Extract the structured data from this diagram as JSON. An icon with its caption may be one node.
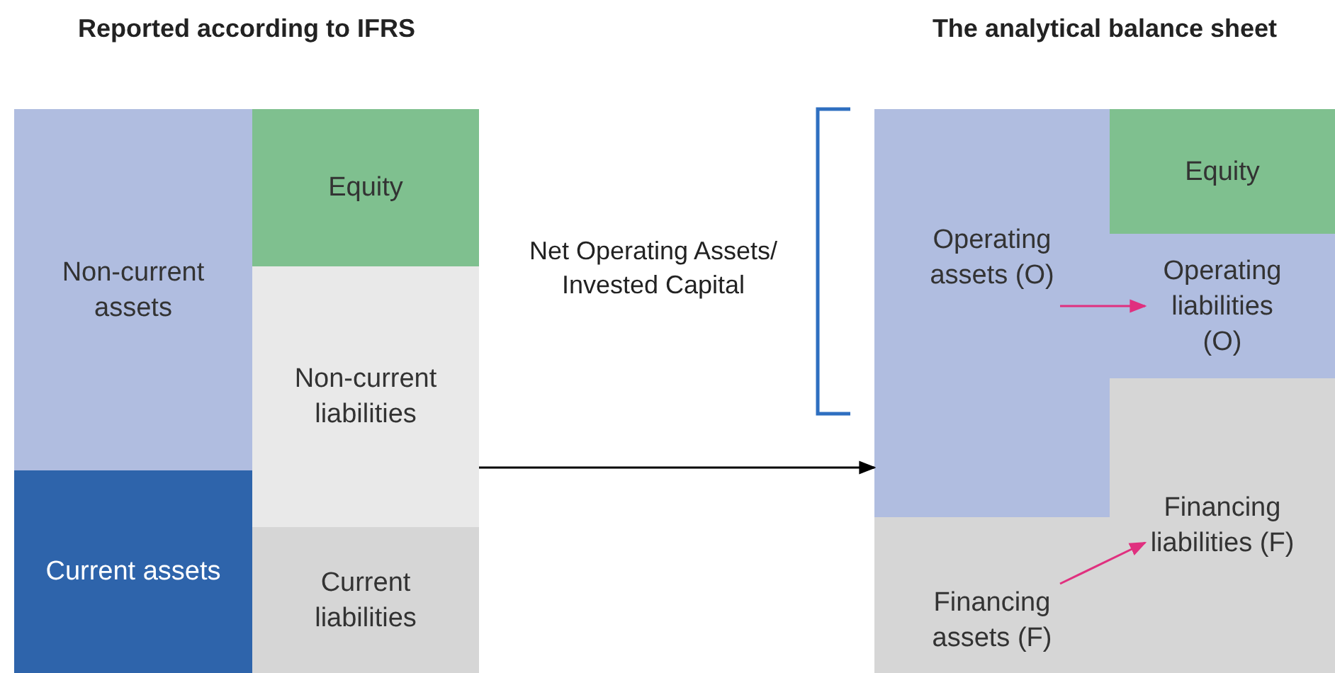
{
  "diagram": {
    "nodes": [
      {
        "text": [
          "Reported according to IFRS"
        ]
      },
      {
        "text": [
          "Non-current assets"
        ],
        "in": 0
      },
      {
        "text": [
          "Current assets"
        ],
        "in": 0
      },
      {
        "text": [
          "Equity"
        ],
        "in": 0
      },
      {
        "text": [
          "Non-current liabilities"
        ],
        "in": 0
      },
      {
        "text": [
          "Current liabilities"
        ],
        "in": 0
      },
      {
        "text": [
          "The analytical balance sheet"
        ]
      },
      {
        "text": [
          "Operating assets (O)"
        ],
        "in": 6
      },
      {
        "text": [
          "Financing assets (F)"
        ],
        "in": 6
      },
      {
        "text": [
          "Equity"
        ],
        "in": 6
      },
      {
        "text": [
          "Operating liabilities (O)"
        ],
        "in": 6
      },
      {
        "text": [
          "Financing liabilities (F)"
        ],
        "in": 6
      }
    ],
    "edges": [
      {
        "from": 0,
        "to": 6,
        "arrow": "to",
        "color": "#000000"
      },
      {
        "from": 7,
        "to": 10,
        "arrow": "to",
        "color": "#e0307f"
      },
      {
        "from": 8,
        "to": 11,
        "arrow": "to",
        "color": "#e0307f"
      }
    ],
    "labels": [
      "Net Operating Assets/ Invested Capital"
    ]
  }
}
